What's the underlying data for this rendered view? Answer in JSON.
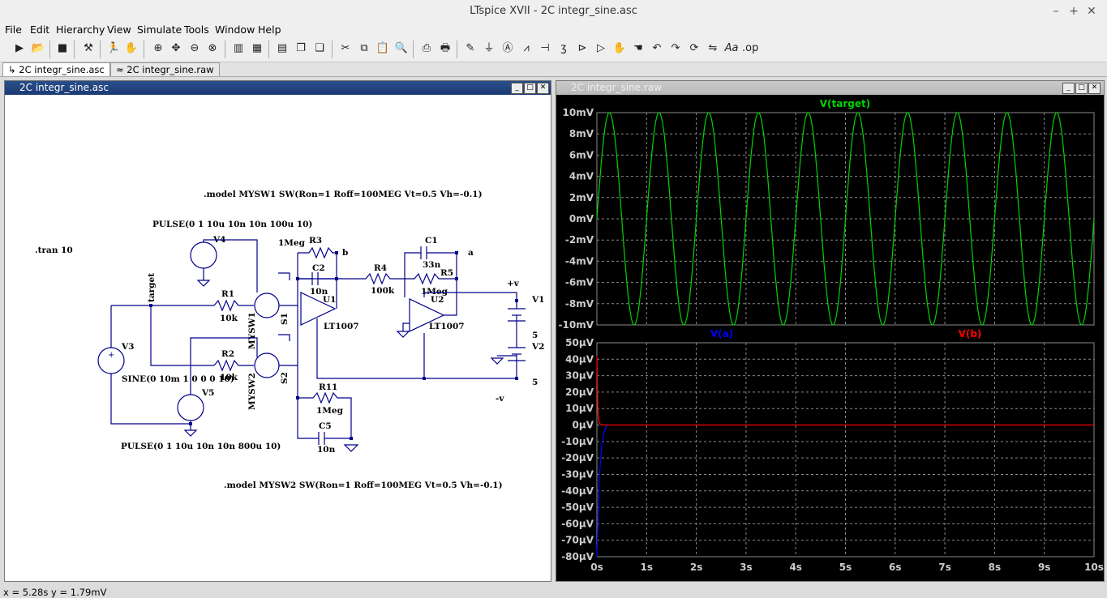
{
  "window": {
    "title": "LTspice XVII - 2C integr_sine.asc",
    "min": "–",
    "max": "+",
    "close": "✕"
  },
  "menu": [
    "File",
    "Edit",
    "Hierarchy",
    "View",
    "Simulate",
    "Tools",
    "Window",
    "Help"
  ],
  "tabs": [
    {
      "label": "2C integr_sine.asc"
    },
    {
      "label": "2C integr_sine.raw"
    }
  ],
  "schematic": {
    "title": "2C integr_sine.asc",
    "labels": {
      "model1": ".model MYSW1 SW(Ron=1 Roff=100MEG Vt=0.5 Vh=-0.1)",
      "model2": ".model MYSW2 SW(Ron=1 Roff=100MEG Vt=0.5 Vh=-0.1)",
      "pulse1": "PULSE(0 1 10u 10n 10n 100u 10)",
      "pulse2": "PULSE(0 1 10u 10n 10n 800u 10)",
      "sine": "SINE(0 10m 1 0 0 0 10)",
      "tran": ".tran 10",
      "v4": "V4",
      "v3": "V3",
      "v5": "V5",
      "v1": "V1",
      "v2": "V2",
      "r1": "R1",
      "r1v": "10k",
      "r2": "R2",
      "r2v": "10k",
      "r3": "R3",
      "r3v": "1Meg",
      "c2": "C2",
      "c2v": "10n",
      "r4": "R4",
      "r4v": "100k",
      "c1": "C1",
      "c1v": "33n",
      "r5": "R5",
      "r5v": "1Meg",
      "u1": "U1",
      "u1m": "LT1007",
      "u2": "U2",
      "u2m": "LT1007",
      "r11": "R11",
      "r11v": "1Meg",
      "c5": "C5",
      "c5v": "10n",
      "s1": "S1",
      "s2": "S2",
      "mysw1": "MYSW1",
      "mysw2": "MYSW2",
      "target": "target",
      "b": "b",
      "a": "a",
      "vplus": "+v",
      "vminus": "-v",
      "v1v": "5",
      "v2v": "5"
    }
  },
  "waveform": {
    "title": "2C integr_sine.raw",
    "bg": "#000000",
    "grid": "#8a8a8a",
    "top_plot": {
      "trace": "V(target)",
      "color": "#00d400",
      "yticks": [
        "10mV",
        "8mV",
        "6mV",
        "4mV",
        "2mV",
        "0mV",
        "-2mV",
        "-4mV",
        "-6mV",
        "-8mV",
        "-10mV"
      ]
    },
    "bottom_plot": {
      "traces": [
        {
          "name": "V(a)",
          "color": "#0000ff"
        },
        {
          "name": "V(b)",
          "color": "#ff0000"
        }
      ],
      "yticks": [
        "50µV",
        "40µV",
        "30µV",
        "20µV",
        "10µV",
        "0µV",
        "-10µV",
        "-20µV",
        "-30µV",
        "-40µV",
        "-50µV",
        "-60µV",
        "-70µV",
        "-80µV"
      ]
    },
    "xticks": [
      "0s",
      "1s",
      "2s",
      "3s",
      "4s",
      "5s",
      "6s",
      "7s",
      "8s",
      "9s",
      "10s"
    ]
  },
  "chart_data": [
    {
      "type": "line",
      "title": "",
      "xlabel": "",
      "ylabel": "",
      "x": [
        0,
        0.25,
        0.5,
        0.75,
        1,
        1.25,
        1.5,
        1.75,
        2,
        2.25,
        2.5,
        2.75,
        3,
        3.25,
        3.5,
        3.75,
        4,
        4.25,
        4.5,
        4.75,
        5,
        5.25,
        5.5,
        5.75,
        6,
        6.25,
        6.5,
        6.75,
        7,
        7.25,
        7.5,
        7.75,
        8,
        8.25,
        8.5,
        8.75,
        9,
        9.25,
        9.5,
        9.75,
        10
      ],
      "series": [
        {
          "name": "V(target)",
          "values": [
            0,
            10,
            0,
            -10,
            0,
            10,
            0,
            -10,
            0,
            10,
            0,
            -10,
            0,
            10,
            0,
            -10,
            0,
            10,
            0,
            -10,
            0,
            10,
            0,
            -10,
            0,
            10,
            0,
            -10,
            0,
            10,
            0,
            -10,
            0,
            10,
            0,
            -10,
            0,
            10,
            0,
            -10,
            0
          ]
        }
      ],
      "xlim": [
        0,
        10
      ],
      "ylim": [
        -10,
        10
      ],
      "yunit": "mV",
      "grid": true
    },
    {
      "type": "line",
      "title": "",
      "xlabel": "",
      "ylabel": "",
      "series": [
        {
          "name": "V(a)",
          "x": [
            0,
            0.02,
            0.05,
            0.1,
            0.15,
            0.2
          ],
          "values": [
            -80,
            -60,
            -30,
            -12,
            -4,
            0
          ]
        },
        {
          "name": "V(b)",
          "x": [
            0,
            0.02,
            0.05,
            0.1,
            10
          ],
          "values": [
            42,
            8,
            1,
            0,
            0
          ]
        }
      ],
      "xlim": [
        0,
        10
      ],
      "ylim": [
        -80,
        50
      ],
      "yunit": "µV",
      "grid": true
    }
  ],
  "status": {
    "text": "x = 5.28s    y = 1.79mV"
  }
}
